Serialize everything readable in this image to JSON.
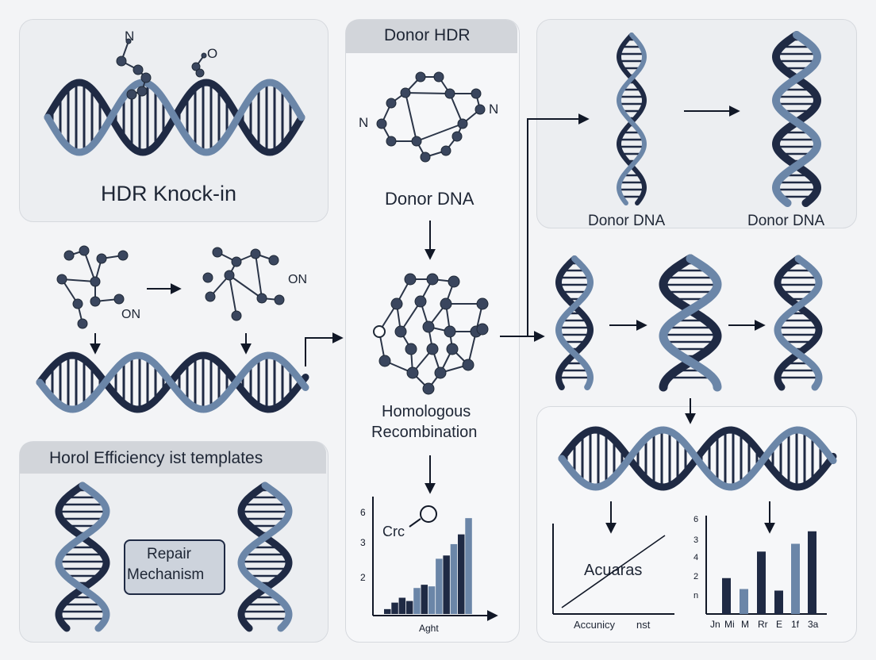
{
  "colors": {
    "navy": "#1f2a44",
    "steel": "#6b86a8",
    "atom": "#3a465e",
    "panel": "#eceef1",
    "header": "#d2d5da"
  },
  "panel_tl": {
    "title": "HDR Knock-in",
    "atoms": [
      "N",
      "O"
    ]
  },
  "panel_center": {
    "header": "Donor HDR",
    "atoms": [
      "N",
      "N"
    ],
    "donor_label": "Donor DNA",
    "recomb_line1": "Homologous",
    "recomb_line2": "Recombination",
    "graph_label": "Crc",
    "chart_data": {
      "type": "bar",
      "title": "",
      "xlabel": "Aght",
      "ylabel": "",
      "yticks": [
        "6",
        "3",
        "2"
      ],
      "values": [
        0.3,
        0.7,
        1.0,
        0.8,
        1.6,
        1.8,
        1.7,
        3.4,
        3.6,
        4.3,
        4.9,
        5.9
      ],
      "colors": [
        "#1f2a44",
        "#1f2a44",
        "#1f2a44",
        "#1f2a44",
        "#6b86a8",
        "#1f2a44",
        "#6b86a8",
        "#6b86a8",
        "#1f2a44",
        "#6b86a8",
        "#1f2a44",
        "#6b86a8"
      ],
      "ylim": [
        0,
        7
      ]
    }
  },
  "panel_tr": {
    "label_left": "Donor DNA",
    "label_right": "Donor DNA"
  },
  "left_mid": {
    "atom_labels": [
      "ON",
      "ON"
    ]
  },
  "panel_bl": {
    "header": "Horol Efficiency ist templates",
    "box_line1": "Repair",
    "box_line2": "Mechanism"
  },
  "bottom_right": {
    "line_graph": {
      "label": "Acuaras",
      "xlabel1": "Accunicy",
      "xlabel2": "nst"
    },
    "chart_data": {
      "type": "bar",
      "title": "",
      "categories": [
        "Jn",
        "Mi",
        "M",
        "Rr",
        "E",
        "1f",
        "3a"
      ],
      "yticks": [
        "6",
        "3",
        "4",
        "2",
        "n"
      ],
      "values": [
        2.3,
        1.6,
        4.0,
        1.5,
        4.5,
        5.3
      ],
      "colors": [
        "#1f2a44",
        "#6b86a8",
        "#1f2a44",
        "#1f2a44",
        "#6b86a8",
        "#1f2a44"
      ],
      "ylim": [
        0,
        6
      ]
    }
  }
}
